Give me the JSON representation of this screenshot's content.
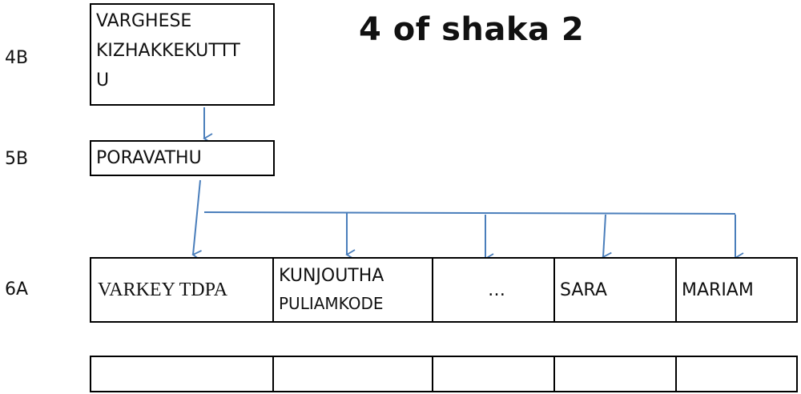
{
  "title": "4 of shaka 2",
  "generations": {
    "g4": "4B",
    "g5": "5B",
    "g6": "6A"
  },
  "boxes": {
    "varghese": {
      "line1": "VARGHESE",
      "line2": "KIZHAKKEKUTTT",
      "line3": "U"
    },
    "poravathu": "PORAVATHU"
  },
  "row6": [
    {
      "line1": "VARKEY TDPA",
      "line2": ""
    },
    {
      "line1": "KUNJOUTHA",
      "line2": "PULIAMKODE"
    },
    {
      "line1": "…",
      "line2": ""
    },
    {
      "line1": "SARA",
      "line2": ""
    },
    {
      "line1": "MARIAM",
      "line2": ""
    }
  ],
  "row7": [
    "",
    "",
    "",
    "",
    ""
  ],
  "colors": {
    "arrow": "#4a7ebb",
    "border": "#000000"
  }
}
